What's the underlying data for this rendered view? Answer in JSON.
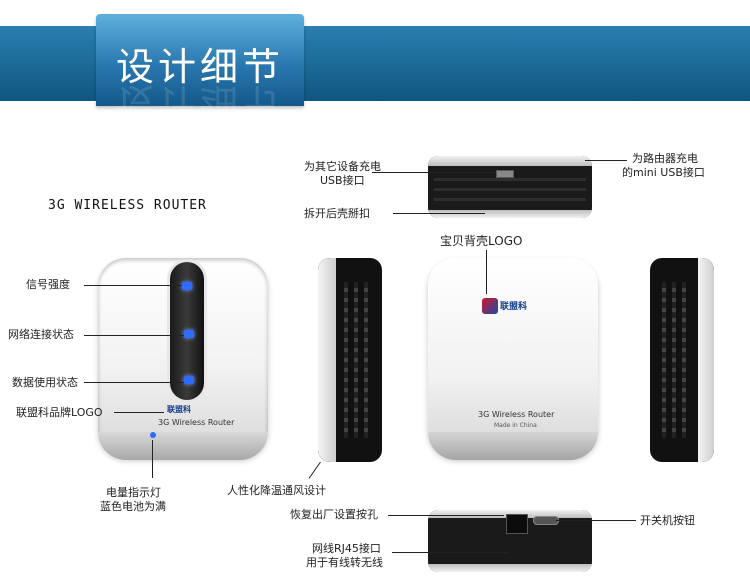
{
  "banner": {
    "title": "设计细节"
  },
  "heading": "3G WIRELESS ROUTER",
  "front_device": {
    "logo": "联盟科",
    "model": "3G Wireless Router"
  },
  "back_device": {
    "logo": "联盟科",
    "model": "3G Wireless Router",
    "origin": "Made in China"
  },
  "callouts": {
    "usb_charge_other_1": "为其它设备充电",
    "usb_charge_other_2": "USB接口",
    "shell_clip": "拆开后壳掰扣",
    "mini_usb_1": "为路由器充电",
    "mini_usb_2": "的mini USB接口",
    "back_logo": "宝贝背壳LOGO",
    "signal": "信号强度",
    "network": "网络连接状态",
    "data": "数据使用状态",
    "brand_logo": "联盟科品牌LOGO",
    "power_led_1": "电量指示灯",
    "power_led_2": "蓝色电池为满",
    "vent": "人性化降温通风设计",
    "reset": "恢复出厂设置按孔",
    "power_button": "开关机按钮",
    "rj45_1": "网线RJ45接口",
    "rj45_2": "用于有线转无线"
  },
  "colors": {
    "banner": "#1a6a9a",
    "led": "#2f6bff",
    "shell_black": "#111111"
  }
}
